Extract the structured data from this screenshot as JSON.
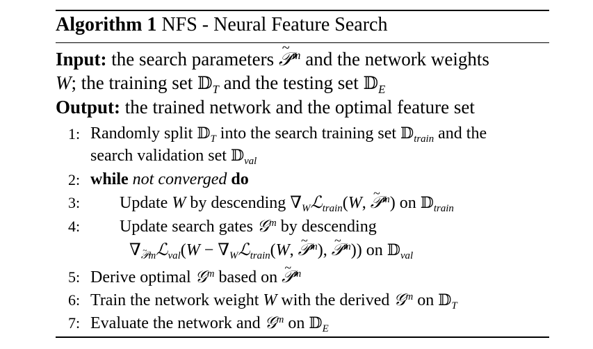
{
  "algorithm": {
    "label": "Algorithm 1",
    "title": "NFS - Neural Feature Search"
  },
  "header": {
    "input_label": "Input:",
    "input_text_a": "the search parameters",
    "input_text_b": "and the network weights",
    "input_text_c": "; the training set",
    "input_text_d": "and the testing set",
    "output_label": "Output:",
    "output_text": "the trained network and the optimal feature set"
  },
  "steps": {
    "s1_num": "1:",
    "s1_a": "Randomly split",
    "s1_b": "into the search training set",
    "s1_c": "and the",
    "s1_d": "search validation set",
    "s2_num": "2:",
    "s2_while": "while",
    "s2_cond": "not converged",
    "s2_do": "do",
    "s3_num": "3:",
    "s3_a": "Update",
    "s3_b": "by descending",
    "s3_c": "on",
    "s4_num": "4:",
    "s4_a": "Update search gates",
    "s4_b": "by descending",
    "s4_c": "on",
    "s5_num": "5:",
    "s5_a": "Derive optimal",
    "s5_b": "based on",
    "s6_num": "6:",
    "s6_a": "Train the network weight",
    "s6_b": "with the derived",
    "s6_c": "on",
    "s7_num": "7:",
    "s7_a": "Evaluate the network and",
    "s7_b": "on"
  }
}
